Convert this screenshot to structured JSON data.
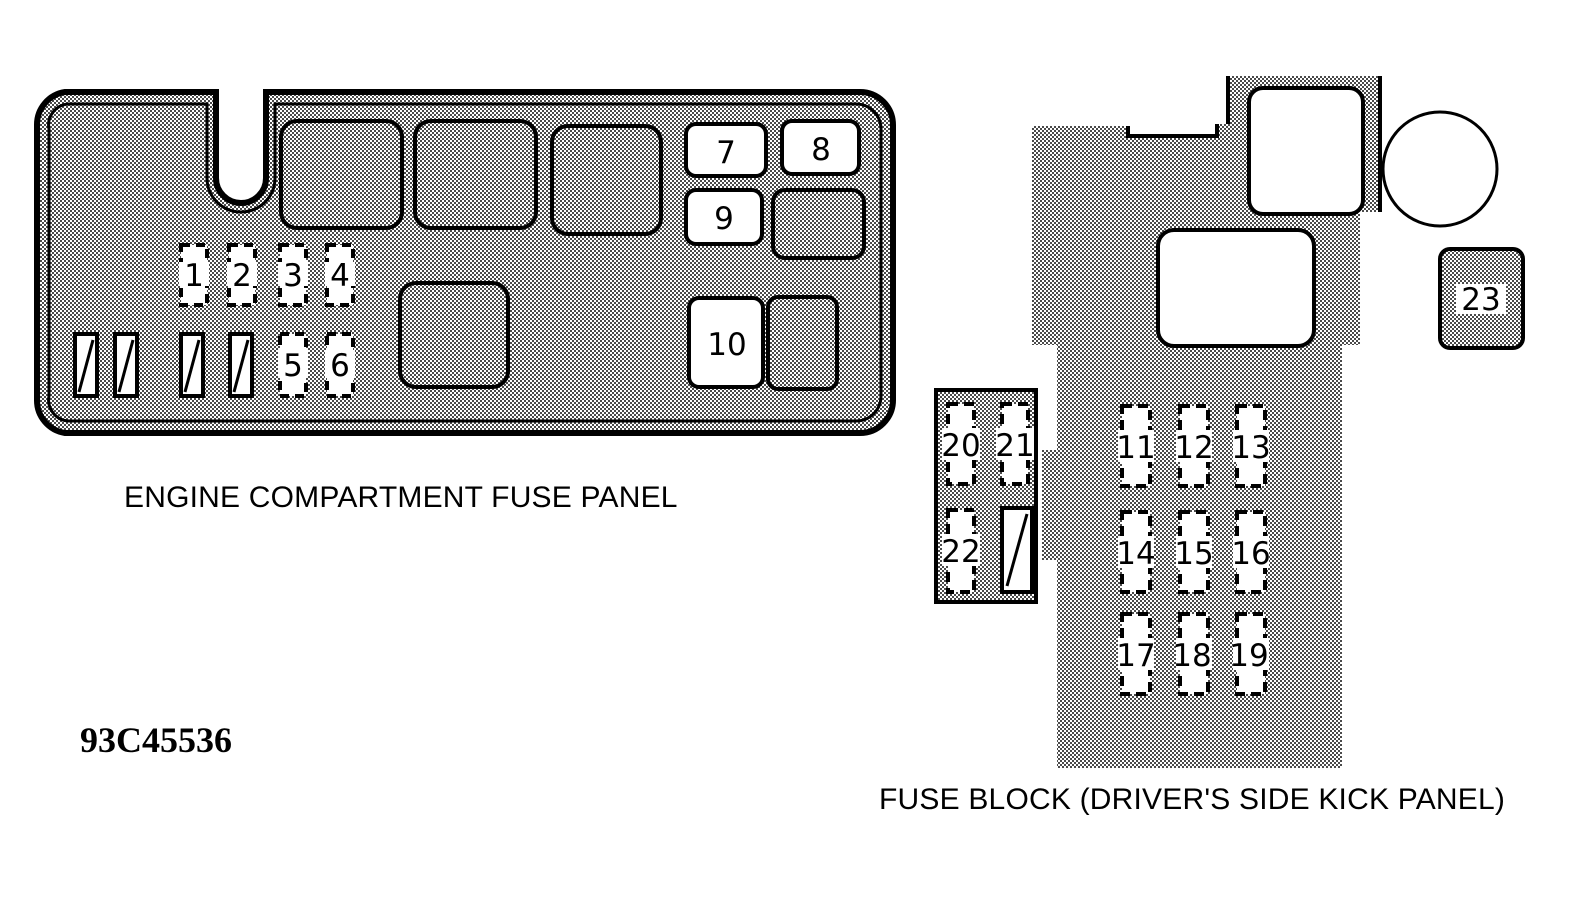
{
  "engine_panel": {
    "caption": "ENGINE COMPARTMENT FUSE PANEL",
    "fuses": [
      "1",
      "2",
      "3",
      "4",
      "5",
      "6",
      "7",
      "8",
      "9",
      "10"
    ]
  },
  "fuse_block": {
    "caption": "FUSE BLOCK (DRIVER'S SIDE KICK PANEL)",
    "fuses": [
      "11",
      "12",
      "13",
      "14",
      "15",
      "16",
      "17",
      "18",
      "19",
      "20",
      "21",
      "22",
      "23"
    ]
  },
  "figure_id": "93C45536"
}
